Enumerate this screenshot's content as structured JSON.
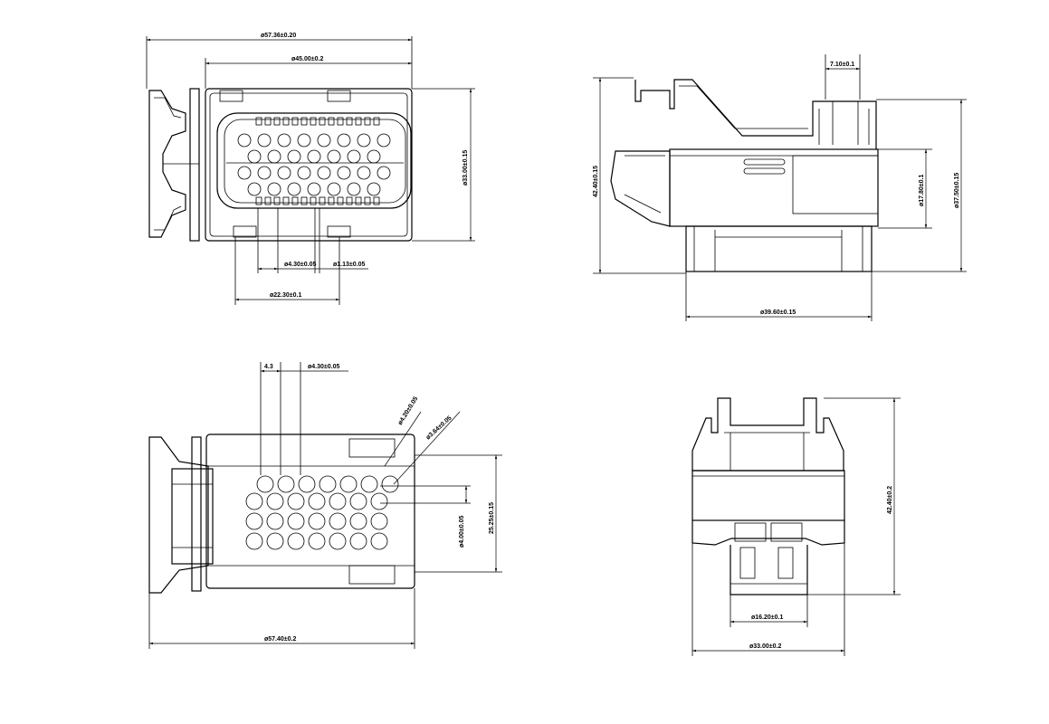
{
  "views": {
    "front": {
      "overall_width": "ø57.36±0.20",
      "body_width": "ø45.00±0.2",
      "height": "ø33.00±0.15",
      "pitch": "ø4.30±0.05",
      "gap": "ø1.13±0.05",
      "span": "ø22.30±0.1"
    },
    "side": {
      "tab_width": "7.10±0.1",
      "overall_height": "42.40±0.15",
      "window_height": "ø17.80±0.1",
      "body_height": "ø37.50±0.15",
      "base_width": "ø39.60±0.15"
    },
    "rear": {
      "pitch_small": "4.3",
      "pitch": "ø4.30±0.05",
      "hole_dia_a": "ø4.20±0.05",
      "hole_dia_b": "ø3.64±0.05",
      "row_pitch": "ø4.00±0.05",
      "cavity_height": "25.25±0.15",
      "overall_length": "ø57.40±0.2"
    },
    "end": {
      "height": "42.40±0.2",
      "inner_width": "ø16.20±0.1",
      "overall_width": "ø33.00±0.2"
    }
  }
}
